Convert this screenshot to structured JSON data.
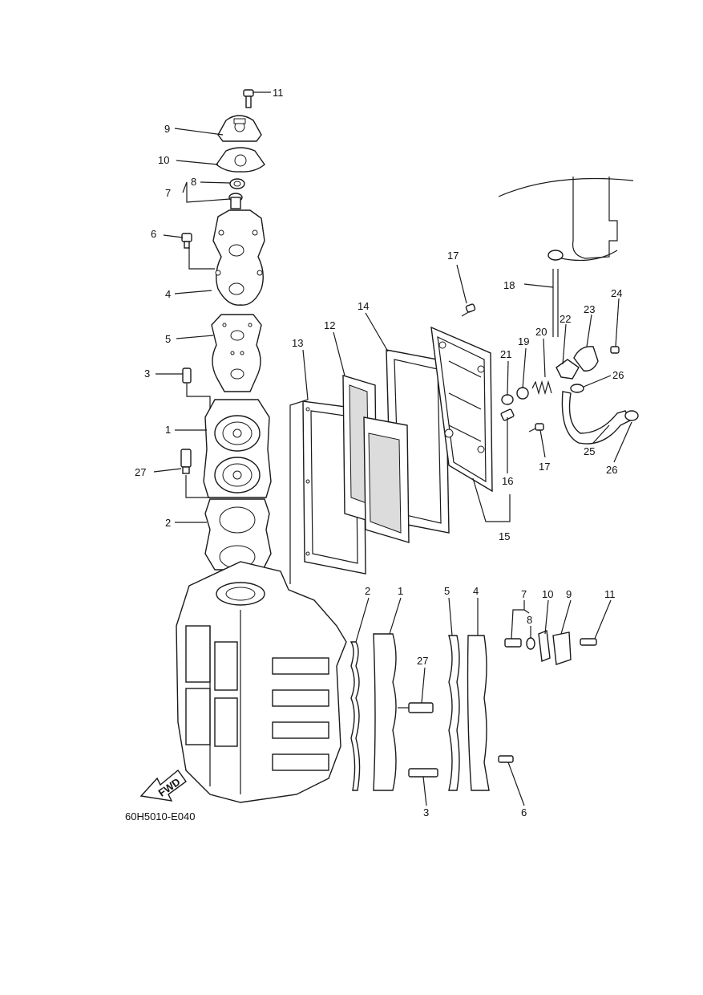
{
  "diagram": {
    "code": "60H5010-E040",
    "fwd_label": "FWD",
    "callouts": [
      {
        "id": "l11a",
        "text": "11"
      },
      {
        "id": "l9a",
        "text": "9"
      },
      {
        "id": "l10a",
        "text": "10"
      },
      {
        "id": "l8a",
        "text": "8"
      },
      {
        "id": "l7a",
        "text": "7"
      },
      {
        "id": "l6a",
        "text": "6"
      },
      {
        "id": "l4a",
        "text": "4"
      },
      {
        "id": "l5a",
        "text": "5"
      },
      {
        "id": "l3a",
        "text": "3"
      },
      {
        "id": "l1a",
        "text": "1"
      },
      {
        "id": "l27a",
        "text": "27"
      },
      {
        "id": "l2a",
        "text": "2"
      },
      {
        "id": "l17a",
        "text": "17"
      },
      {
        "id": "l18",
        "text": "18"
      },
      {
        "id": "l14",
        "text": "14"
      },
      {
        "id": "l12",
        "text": "12"
      },
      {
        "id": "l13",
        "text": "13"
      },
      {
        "id": "l20",
        "text": "20"
      },
      {
        "id": "l22",
        "text": "22"
      },
      {
        "id": "l23",
        "text": "23"
      },
      {
        "id": "l24",
        "text": "24"
      },
      {
        "id": "l19",
        "text": "19"
      },
      {
        "id": "l21",
        "text": "21"
      },
      {
        "id": "l26a",
        "text": "26"
      },
      {
        "id": "l17b",
        "text": "17"
      },
      {
        "id": "l16",
        "text": "16"
      },
      {
        "id": "l25",
        "text": "25"
      },
      {
        "id": "l26b",
        "text": "26"
      },
      {
        "id": "l15",
        "text": "15"
      },
      {
        "id": "l2b",
        "text": "2"
      },
      {
        "id": "l1b",
        "text": "1"
      },
      {
        "id": "l5b",
        "text": "5"
      },
      {
        "id": "l4b",
        "text": "4"
      },
      {
        "id": "l7b",
        "text": "7"
      },
      {
        "id": "l8b",
        "text": "8"
      },
      {
        "id": "l10b",
        "text": "10"
      },
      {
        "id": "l9b",
        "text": "9"
      },
      {
        "id": "l11b",
        "text": "11"
      },
      {
        "id": "l27b",
        "text": "27"
      },
      {
        "id": "l3b",
        "text": "3"
      },
      {
        "id": "l6b",
        "text": "6"
      }
    ]
  }
}
